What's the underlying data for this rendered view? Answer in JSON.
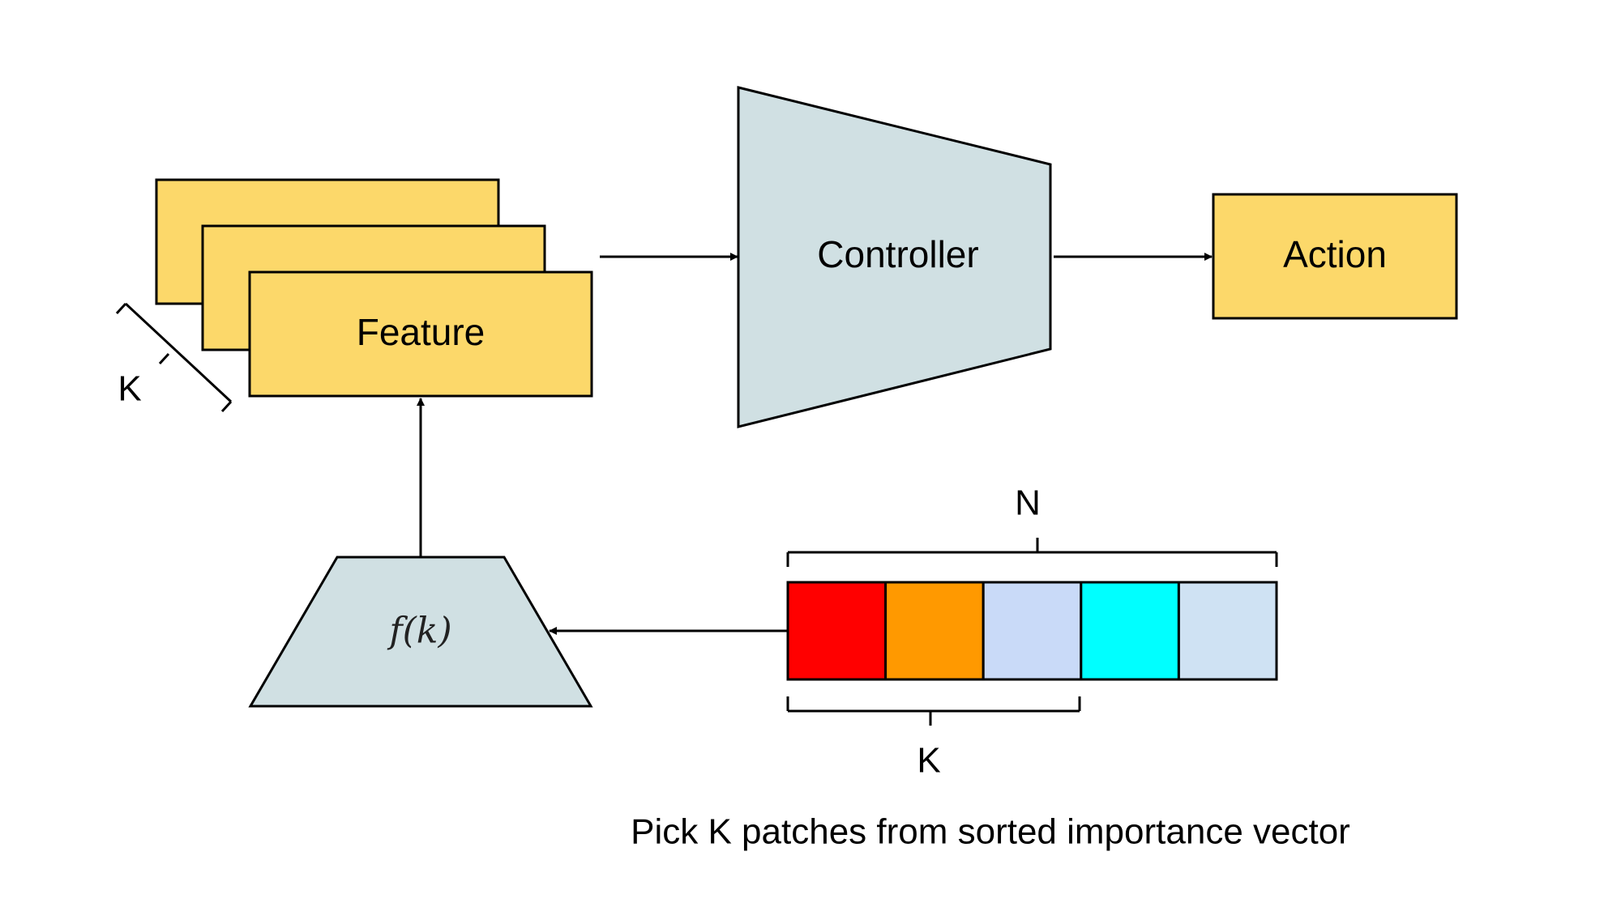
{
  "colors": {
    "feature_fill": "#FCD86A",
    "controller_fill": "#D0E0E3",
    "action_fill": "#FCD86A",
    "fk_fill": "#D0E0E3",
    "stroke": "#000000"
  },
  "nodes": {
    "feature": {
      "label": "Feature",
      "copies_label": "K"
    },
    "controller": {
      "label": "Controller"
    },
    "action": {
      "label": "Action"
    },
    "fk": {
      "label": "f(k)"
    }
  },
  "importance_vector": {
    "length_label": "N",
    "selection_label": "K",
    "cells": [
      {
        "color": "#FF0000"
      },
      {
        "color": "#FF9900"
      },
      {
        "color": "#C9DAF8"
      },
      {
        "color": "#00FFFF"
      },
      {
        "color": "#CFE2F3"
      }
    ]
  },
  "caption": "Pick K patches from sorted importance vector"
}
